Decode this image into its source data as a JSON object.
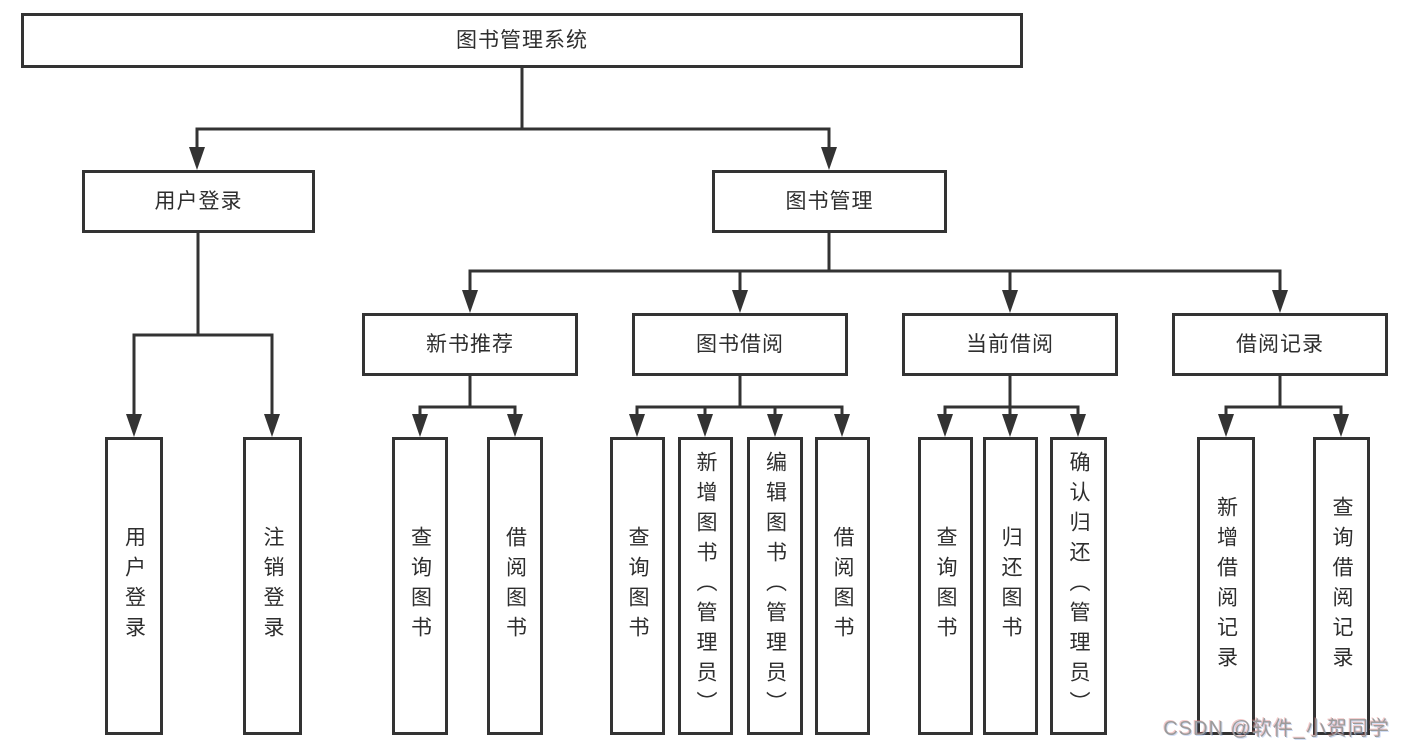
{
  "colors": {
    "background": "#ffffff",
    "line": "#333333",
    "box_border": "#333333",
    "box_fill": "#ffffff",
    "text": "#2e2e2e",
    "watermark": "#9b9b9b"
  },
  "tree": {
    "root": {
      "label": "图书管理系统"
    },
    "user_login": {
      "label": "用户登录",
      "leaves": [
        "用户登录",
        "注销登录"
      ]
    },
    "book_mgmt": {
      "label": "图书管理",
      "sections": {
        "new_book": {
          "label": "新书推荐",
          "leaves": [
            "查询图书",
            "借阅图书"
          ]
        },
        "book_borrow": {
          "label": "图书借阅",
          "leaves": [
            "查询图书",
            "新增图书（管理员）",
            "编辑图书（管理员）",
            "借阅图书"
          ]
        },
        "current_borrow": {
          "label": "当前借阅",
          "leaves": [
            "查询图书",
            "归还图书",
            "确认归还（管理员）"
          ]
        },
        "borrow_record": {
          "label": "借阅记录",
          "leaves": [
            "新增借阅记录",
            "查询借阅记录"
          ]
        }
      }
    }
  },
  "watermark": {
    "text": "CSDN @软件_小贺同学"
  }
}
